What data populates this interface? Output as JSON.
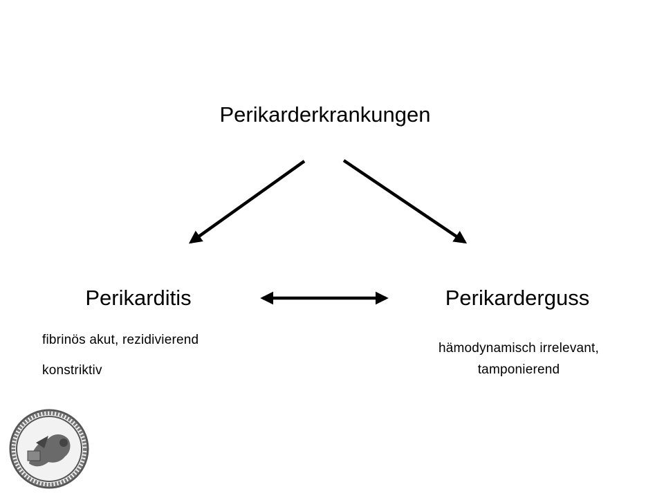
{
  "diagram": {
    "title": "Perikarderkrankungen",
    "left_node": {
      "label": "Perikarditis",
      "details": [
        "fibrinös akut, rezidivierend",
        "konstriktiv"
      ]
    },
    "right_node": {
      "label": "Perikarderguss",
      "details_line1": "hämodynamisch irrelevant,",
      "details_line2": "tamponierend"
    }
  },
  "seal": {
    "icon": "university-seal-icon",
    "color": "#555555"
  },
  "colors": {
    "arrow": "#000000",
    "text": "#000000",
    "background": "#ffffff"
  }
}
